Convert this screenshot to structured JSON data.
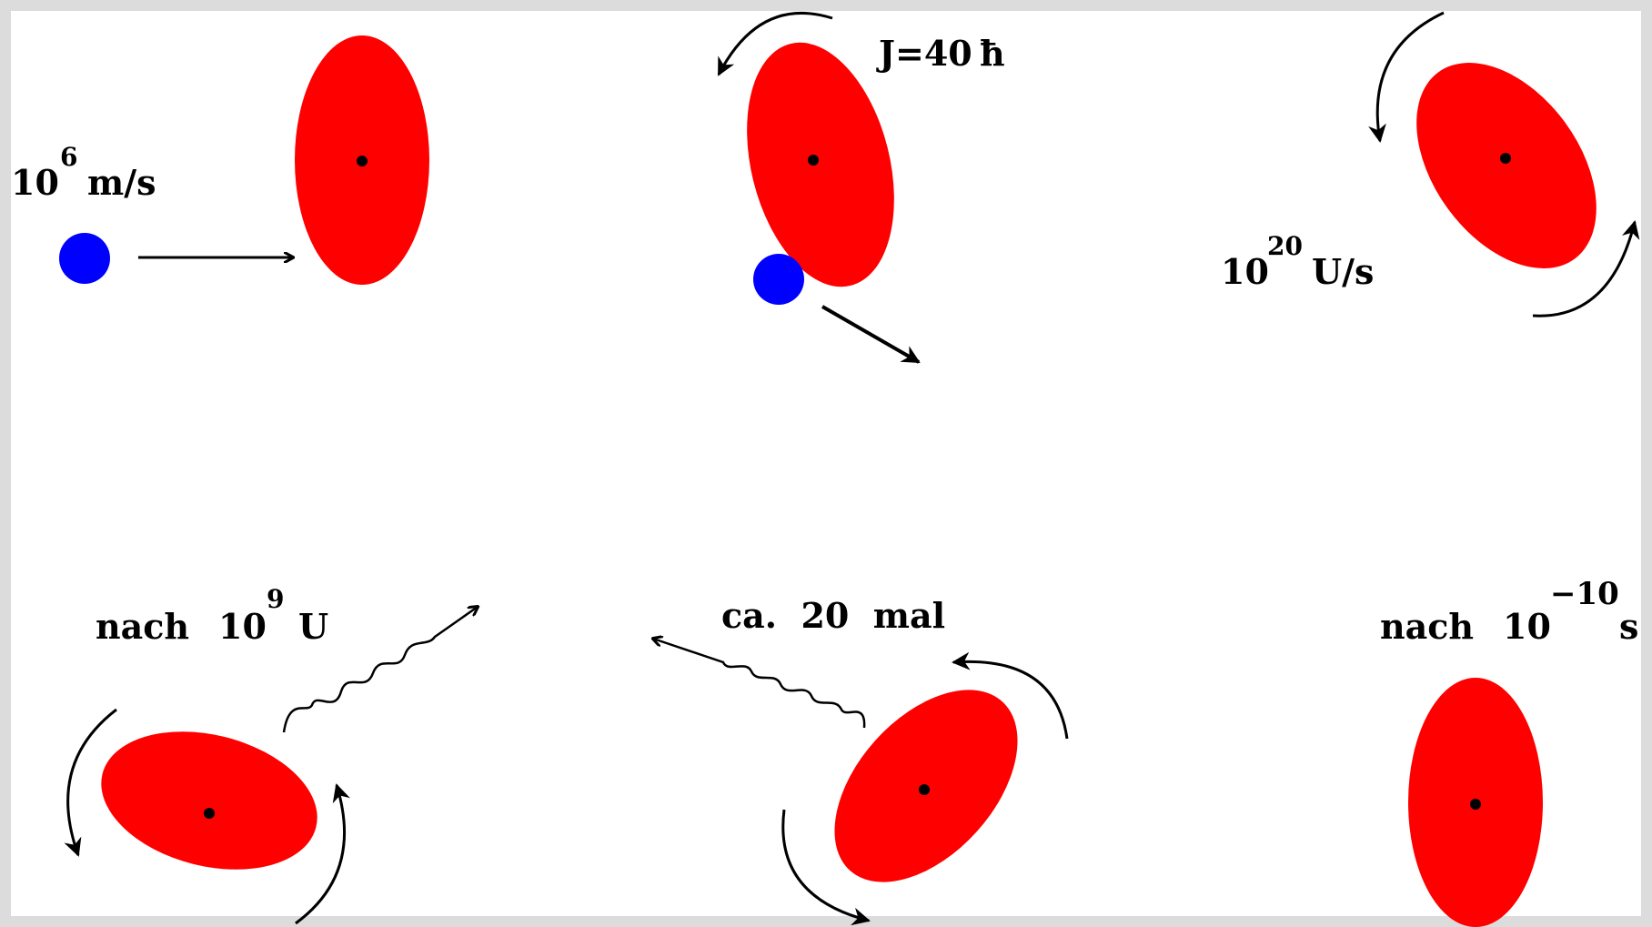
{
  "colors": {
    "page_border": "#d8d8d8",
    "background": "#ffffff",
    "nucleus": "#ff0000",
    "projectile": "#0000ff",
    "ink": "#000000"
  },
  "labels": {
    "velocity_base": "10",
    "velocity_exp": "6",
    "velocity_unit": "m/s",
    "angular_momentum": "J=40",
    "hbar": "ħ",
    "rotation_base": "10",
    "rotation_exp": "20",
    "rotation_unit": "U/s",
    "after_turns_prefix": "nach",
    "after_turns_base": "10",
    "after_turns_exp": "9",
    "after_turns_unit": "U",
    "emission_count": "ca.  20  mal",
    "after_time_prefix": "nach",
    "after_time_base": "10",
    "after_time_exp": "−10",
    "after_time_unit": "s"
  }
}
